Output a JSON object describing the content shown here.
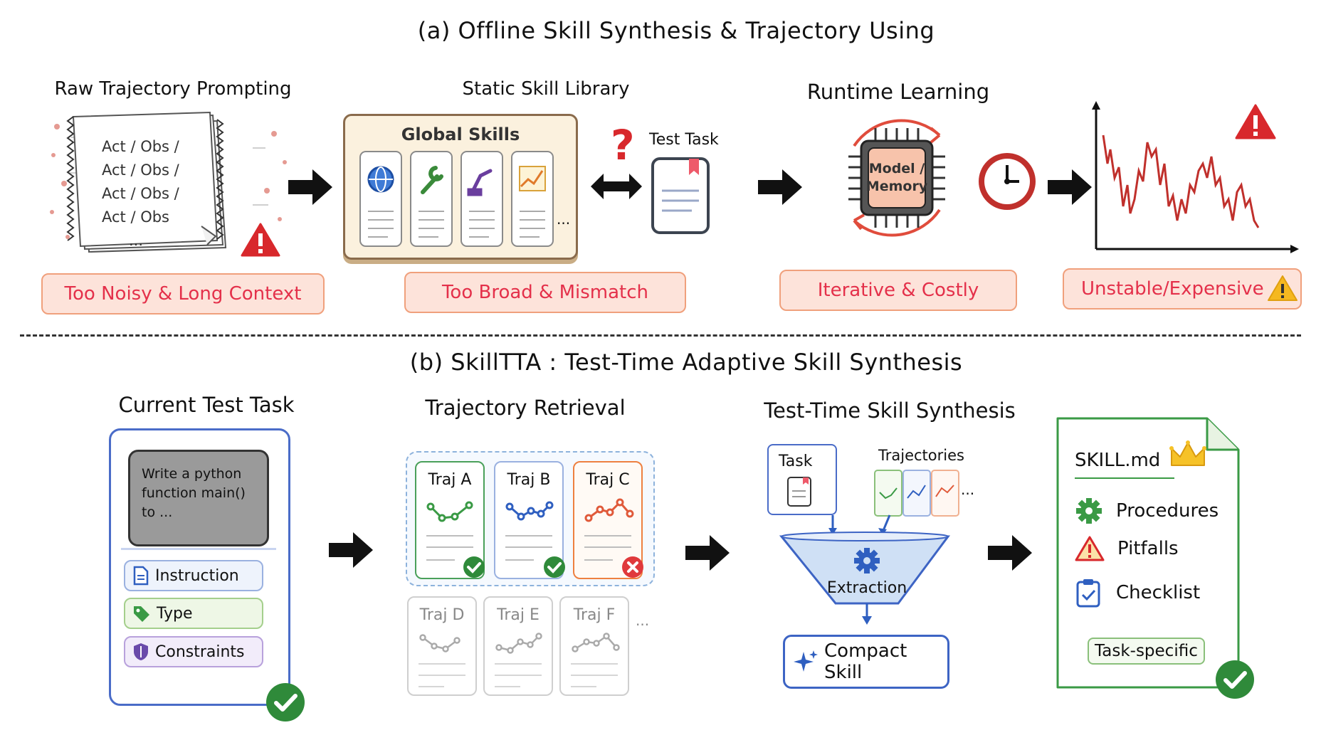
{
  "section_a": {
    "title": "(a) Offline Skill Synthesis & Trajectory Using",
    "raw": {
      "heading": "Raw Trajectory Prompting",
      "lines": [
        "Act / Obs /",
        "Act / Obs /",
        "Act / Obs /",
        "Act / Obs",
        "..."
      ],
      "pill": "Too Noisy & Long Context"
    },
    "library": {
      "heading": "Static Skill Library",
      "board_title": "Global Skills",
      "more": "...",
      "test_task": "Test Task",
      "pill": "Too Broad & Mismatch"
    },
    "runtime": {
      "heading": "Runtime Learning",
      "chip_line1": "Model /",
      "chip_line2": "Memory",
      "pill": "Iterative & Costly"
    },
    "unstable": {
      "pill": "Unstable/Expensive"
    }
  },
  "section_b": {
    "title": "(b) SkillTTA : Test-Time Adaptive Skill Synthesis",
    "current": {
      "heading": "Current Test Task",
      "prompt_line1": "Write a python",
      "prompt_line2": "function main()",
      "prompt_line3": "to ...",
      "tags": [
        "Instruction",
        "Type",
        "Constraints"
      ]
    },
    "retrieval": {
      "heading": "Trajectory Retrieval",
      "top": [
        "Traj A",
        "Traj B",
        "Traj C"
      ],
      "bottom": [
        "Traj D",
        "Traj E",
        "Traj F"
      ],
      "more": "..."
    },
    "synthesis": {
      "heading": "Test-Time Skill Synthesis",
      "task_label": "Task",
      "traj_label": "Trajectories",
      "more": "...",
      "funnel_label": "Extraction",
      "output_label": "Compact Skill"
    },
    "skill_doc": {
      "title": "SKILL.md",
      "items": [
        "Procedures",
        "Pitfalls",
        "Checklist"
      ],
      "badge": "Task-specific"
    }
  },
  "colors": {
    "pill_bg": "#fde3da",
    "pill_border": "#f0a07c",
    "pill_text": "#e4304a",
    "green": "#3a9a45",
    "blue": "#3d64c4",
    "orange": "#ee8040",
    "warning_red": "#d8282c"
  }
}
